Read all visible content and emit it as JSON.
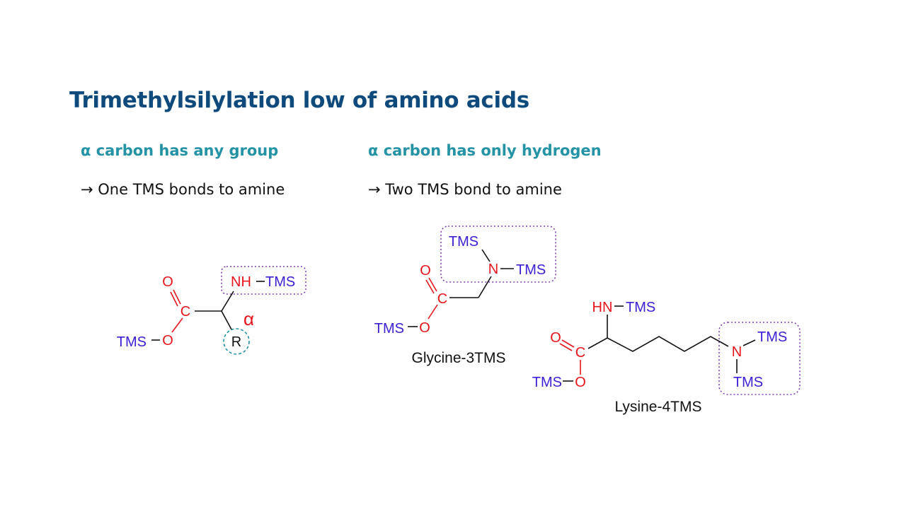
{
  "slide": {
    "title": "Trimethylsilylation low of amino acids",
    "left": {
      "heading": "α carbon has any group",
      "rule": "→ One TMS bonds to amine"
    },
    "right": {
      "heading": "α carbon has only hydrogen",
      "rule": "→ Two TMS bond to amine"
    }
  },
  "structures": {
    "generic": {
      "o_top": "O",
      "c": "C",
      "o_ester": "O",
      "tms_ester": "TMS",
      "nh": "NH",
      "tms_amine": "TMS",
      "r": "R",
      "alpha": "α"
    },
    "glycine": {
      "tms1": "TMS",
      "n": "N",
      "tms2": "TMS",
      "o_top": "O",
      "c": "C",
      "o_ester": "O",
      "tms_ester": "TMS",
      "name": "Glycine-3TMS"
    },
    "lysine": {
      "hn": "HN",
      "tms_alpha": "TMS",
      "o_top": "O",
      "c": "C",
      "o_ester": "O",
      "tms_ester": "TMS",
      "n": "N",
      "tms_n1": "TMS",
      "tms_n2": "TMS",
      "name": "Lysine-4TMS"
    }
  },
  "colors": {
    "title": "#0f4a7c",
    "heading": "#2393a5",
    "oxygen_nitrogen": "#e8141b",
    "tms": "#3c1fd4",
    "highlight_box": "#8040b0",
    "r_circle": "#2393a5"
  }
}
